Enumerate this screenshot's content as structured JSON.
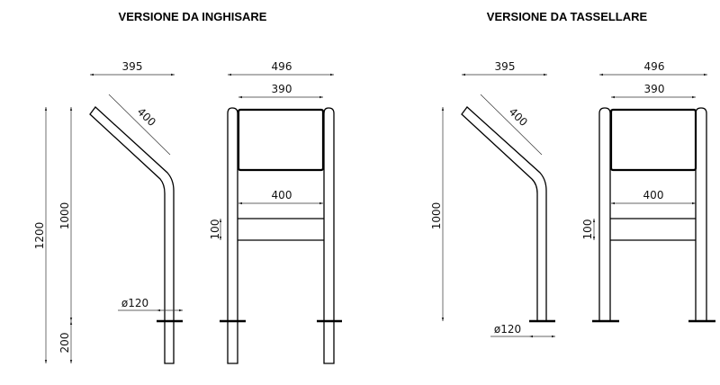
{
  "titles": {
    "left": "VERSIONE DA INGHISARE",
    "right": "VERSIONE DA TASSELLARE"
  },
  "left_version": {
    "side_width": "395",
    "diagonal_length": "400",
    "total_height": "1200",
    "above_ground_height": "1000",
    "embedded_depth": "200",
    "tube_diameter": "ø120",
    "front_width": "496",
    "panel_width": "390",
    "inner_width": "400",
    "bar_spacing": "100"
  },
  "right_version": {
    "side_width": "395",
    "diagonal_length": "400",
    "above_ground_height": "1000",
    "tube_diameter": "ø120",
    "front_width": "496",
    "panel_width": "390",
    "inner_width": "400",
    "bar_spacing": "100"
  }
}
